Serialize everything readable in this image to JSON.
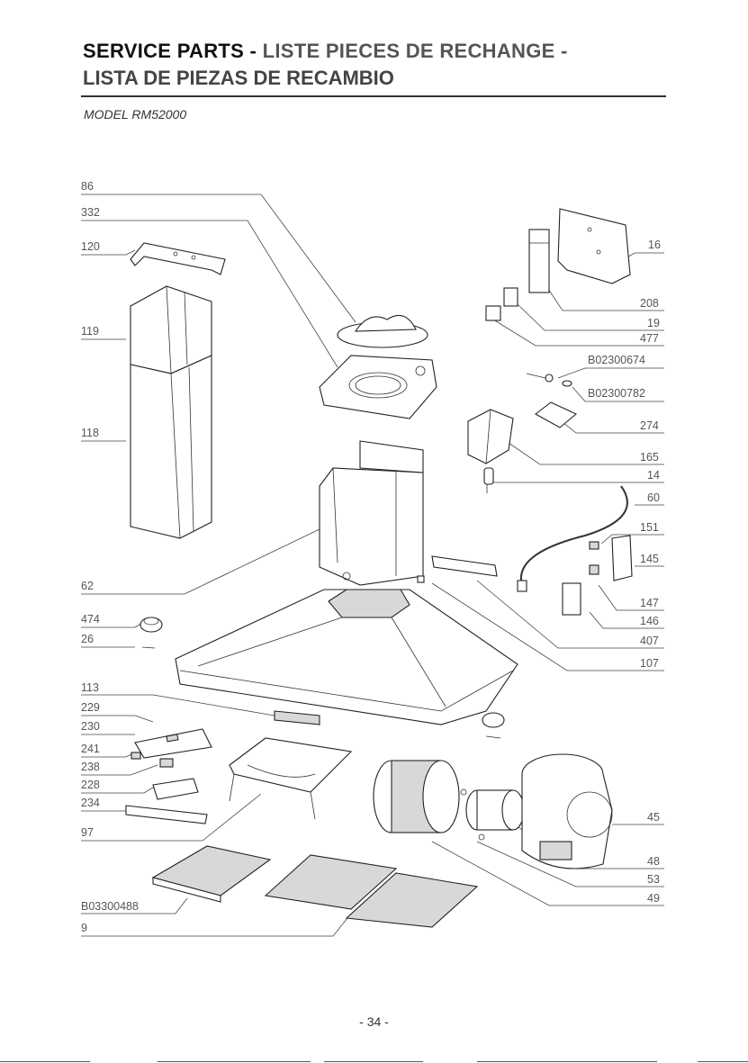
{
  "header": {
    "title_part1": "SERVICE PARTS -",
    "title_part2": " LISTE PIECES DE RECHANGE -",
    "title_line2": "LISTA DE PIEZAS DE RECAMBIO",
    "model": "MODEL RM52000"
  },
  "labels": {
    "p86": "86",
    "p332": "332",
    "p120": "120",
    "p119": "119",
    "p118": "118",
    "p62": "62",
    "p474": "474",
    "p26": "26",
    "p113": "113",
    "p229": "229",
    "p230": "230",
    "p241": "241",
    "p238": "238",
    "p228": "228",
    "p234": "234",
    "p97": "97",
    "pB03300488": "B03300488",
    "p9": "9",
    "p16": "16",
    "p208": "208",
    "p19": "19",
    "p477": "477",
    "pB02300674": "B02300674",
    "pB02300782": "B02300782",
    "p274": "274",
    "p165": "165",
    "p14": "14",
    "p60": "60",
    "p151": "151",
    "p145": "145",
    "p147": "147",
    "p146": "146",
    "p407": "407",
    "p107": "107",
    "p45": "45",
    "p48": "48",
    "p53": "53",
    "p49": "49"
  },
  "footer": {
    "page": "- 34 -"
  }
}
